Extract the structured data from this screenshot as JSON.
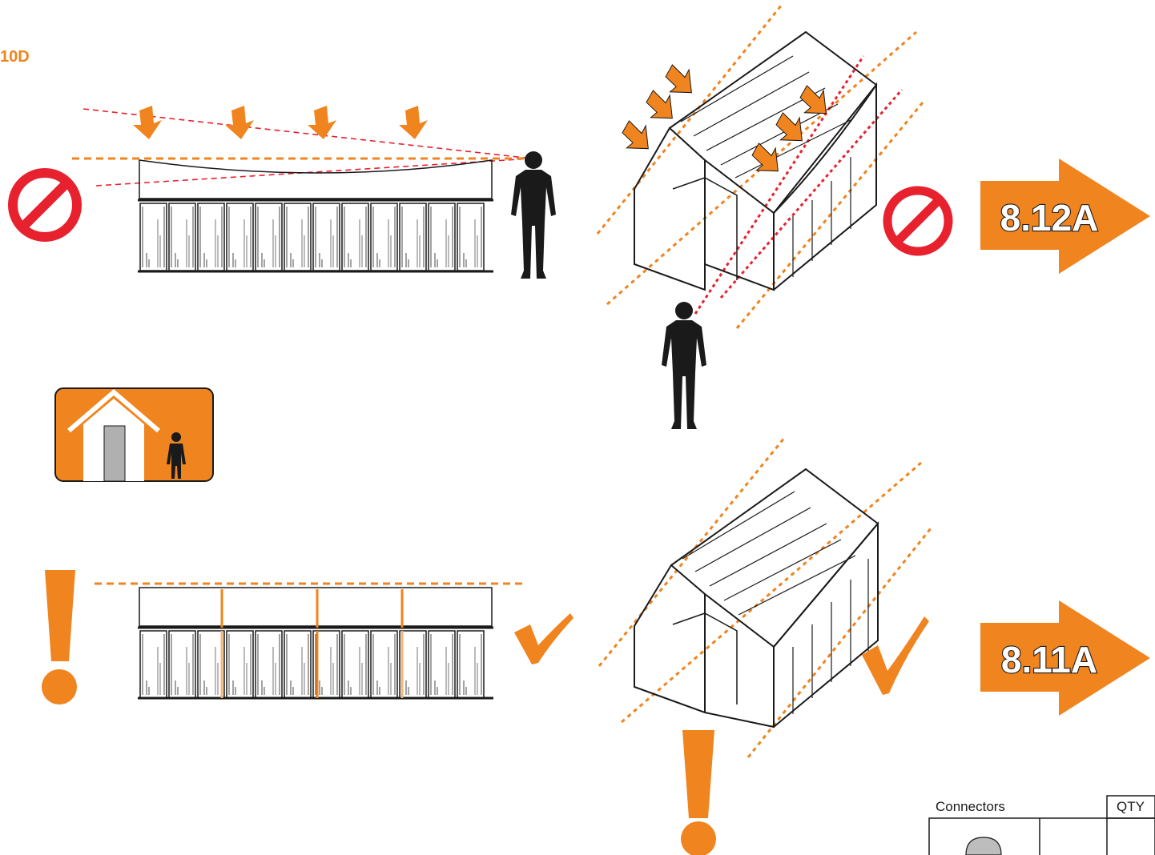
{
  "step": {
    "label": "10D"
  },
  "refs": {
    "top": {
      "label": "8.12A"
    },
    "bottom": {
      "label": "8.11A"
    }
  },
  "parts_table": {
    "header_connectors": "Connectors",
    "header_qty": "QTY"
  },
  "colors": {
    "orange": "#f0841e",
    "red_warning": "#e8212e",
    "ink": "#1a1a1a",
    "light_orange": "#f5b57a"
  },
  "icons": {
    "prohibited": "prohibited-icon",
    "checkmark": "checkmark-icon",
    "exclamation": "exclamation-icon",
    "house_person": "house-person-icon",
    "person": "person-silhouette-icon",
    "down_arrow": "down-arrow-icon"
  }
}
